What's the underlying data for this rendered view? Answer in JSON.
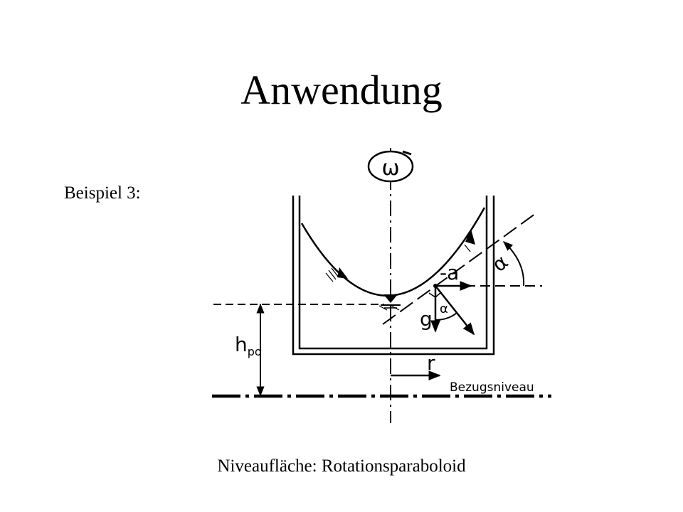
{
  "slide": {
    "title": "Anwendung",
    "example_label": "Beispiel 3:",
    "caption": "Niveaufläche: Rotationsparaboloid"
  },
  "diagram": {
    "labels": {
      "omega": "ω",
      "neg_a": "-a",
      "alpha_big": "α",
      "alpha_small": "α",
      "g": "g",
      "r": "r",
      "h_main": "h",
      "h_sub": "po",
      "reference": "Bezugsniveau"
    }
  }
}
